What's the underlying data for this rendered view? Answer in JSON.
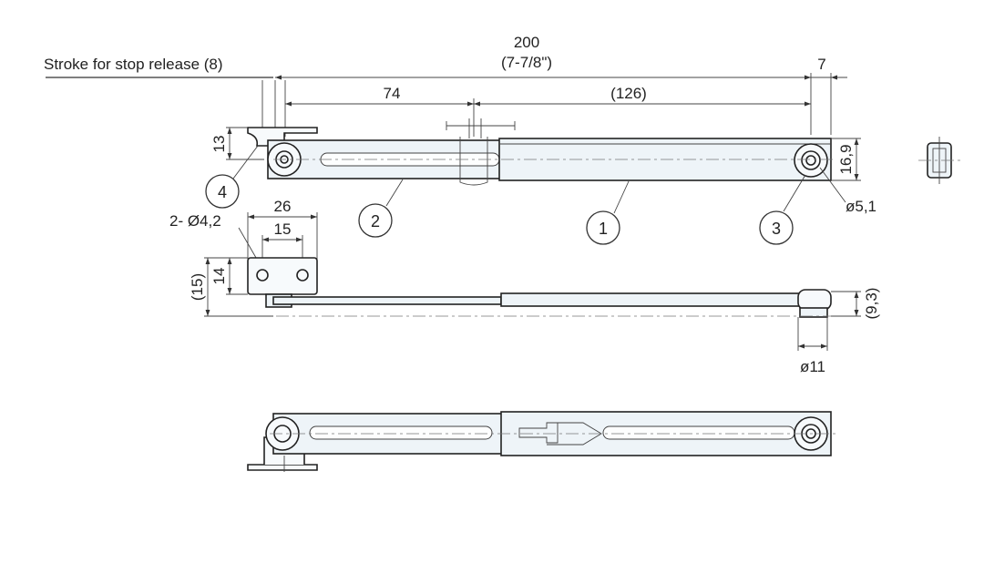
{
  "labels": {
    "stroke_release": "Stroke for stop release (8)",
    "overall_length": "200",
    "overall_length_inch": "(7-7/8\")",
    "end_offset": "7",
    "slot_length": "74",
    "rod_length": "(126)",
    "bracket_height": "13",
    "bar_height": "16,9",
    "pivot_hole": "ø5,1",
    "bracket_width": "26",
    "hole_spacing": "15",
    "holes": "2- Ø4,2",
    "plate_height": "14",
    "total_height": "(15)",
    "bar_thickness": "(9,3)",
    "end_diameter": "ø11"
  },
  "balloons": {
    "b1": "1",
    "b2": "2",
    "b3": "3",
    "b4": "4"
  },
  "colors": {
    "outline": "#222222",
    "fill": "#eef4f8"
  }
}
